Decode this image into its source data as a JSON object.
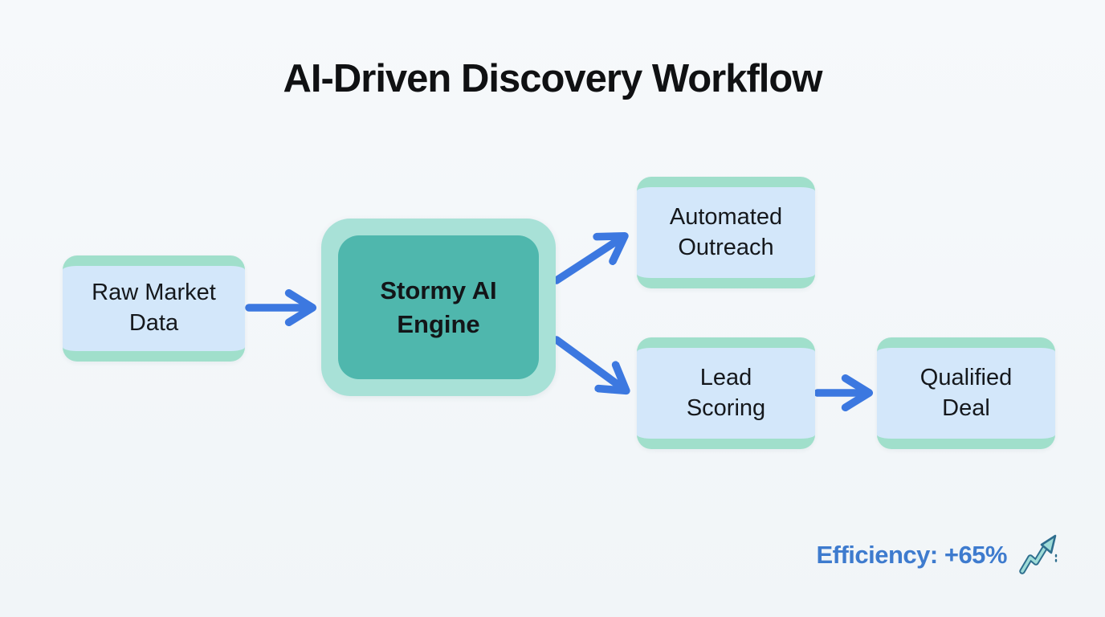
{
  "title": "AI-Driven Discovery Workflow",
  "nodes": {
    "raw_market_data": {
      "label": "Raw Market Data",
      "lines": [
        "Raw Market",
        "Data"
      ]
    },
    "stormy_ai_engine": {
      "label": "Stormy AI Engine",
      "lines": [
        "Stormy AI",
        "Engine"
      ]
    },
    "automated_outreach": {
      "label": "Automated Outreach",
      "lines": [
        "Automated",
        "Outreach"
      ]
    },
    "lead_scoring": {
      "label": "Lead Scoring",
      "lines": [
        "Lead",
        "Scoring"
      ]
    },
    "qualified_deal": {
      "label": "Qualified Deal",
      "lines": [
        "Qualified",
        "Deal"
      ]
    }
  },
  "connections": [
    {
      "from": "raw_market_data",
      "to": "stormy_ai_engine"
    },
    {
      "from": "stormy_ai_engine",
      "to": "automated_outreach"
    },
    {
      "from": "stormy_ai_engine",
      "to": "lead_scoring"
    },
    {
      "from": "lead_scoring",
      "to": "qualified_deal"
    }
  ],
  "footer": {
    "efficiency_label": "Efficiency: +65%",
    "icon": "trending-up-icon"
  },
  "colors": {
    "background": "#f6f9fb",
    "node_fill": "#d3e7fa",
    "node_border": "#a0dfcb",
    "engine_outer": "#a8e1d7",
    "engine_inner": "#4fb7ad",
    "arrow": "#3c78e0",
    "efficiency_text": "#3e7bce",
    "title_text": "#101113",
    "node_text": "#15181c",
    "trend_icon_fill": "#9fdcd8",
    "trend_icon_stroke": "#2e6e8e"
  }
}
